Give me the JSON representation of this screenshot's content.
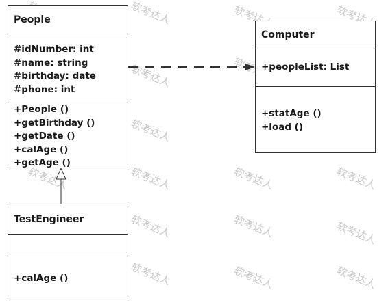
{
  "watermark": "软考达人",
  "classes": {
    "people": {
      "name": "People",
      "attributes": [
        "#idNumber: int",
        "#name: string",
        "#birthday: date",
        "#phone: int"
      ],
      "methods": [
        "+People ()",
        "+getBirthday ()",
        "+getDate ()",
        "+calAge ()",
        "+getAge ()"
      ]
    },
    "computer": {
      "name": "Computer",
      "attributes": [
        "+peopleList: List"
      ],
      "methods": [
        "+statAge ()",
        "+load ()"
      ]
    },
    "testengineer": {
      "name": "TestEngineer",
      "attributes": [],
      "methods": [
        "+calAge ()"
      ]
    }
  },
  "relations": [
    {
      "type": "dependency",
      "from": "People",
      "to": "Computer",
      "style": "dashed"
    },
    {
      "type": "generalization",
      "from": "TestEngineer",
      "to": "People"
    }
  ]
}
